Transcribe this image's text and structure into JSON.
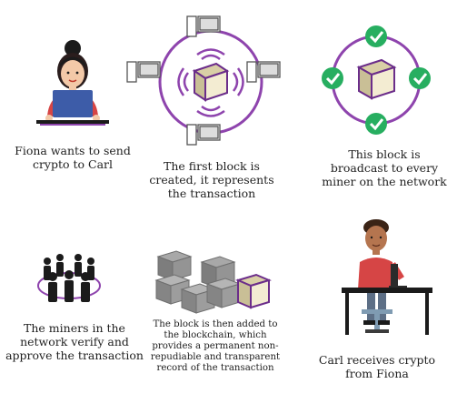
{
  "steps": [
    {
      "caption": "Fiona wants to send crypto to Carl"
    },
    {
      "caption": "The first block is created, it represents the transaction"
    },
    {
      "caption": "This block is broadcast to every miner on the network"
    },
    {
      "caption": "The miners in the network verify and approve the transaction"
    },
    {
      "caption": "The block is then added to the blockchain, which provides a permanent non-repudiable and transparent record of the transaction"
    },
    {
      "caption": "Carl receives crypto from Fiona"
    }
  ],
  "colors": {
    "purple": "#8e44ad",
    "check_green": "#27ae60",
    "block_face": "#f3ecd2",
    "block_edge": "#6b2d8a",
    "dark": "#1b1b1b",
    "shirt_blue": "#3d5ca8",
    "red_sleeve": "#d64545",
    "table_top": "#ffffff"
  },
  "icons": [
    "laptop-icon",
    "computer-icon",
    "wifi-icon",
    "checkmark-icon",
    "crypto-block-icon",
    "people-icon",
    "blockchain-icon"
  ]
}
